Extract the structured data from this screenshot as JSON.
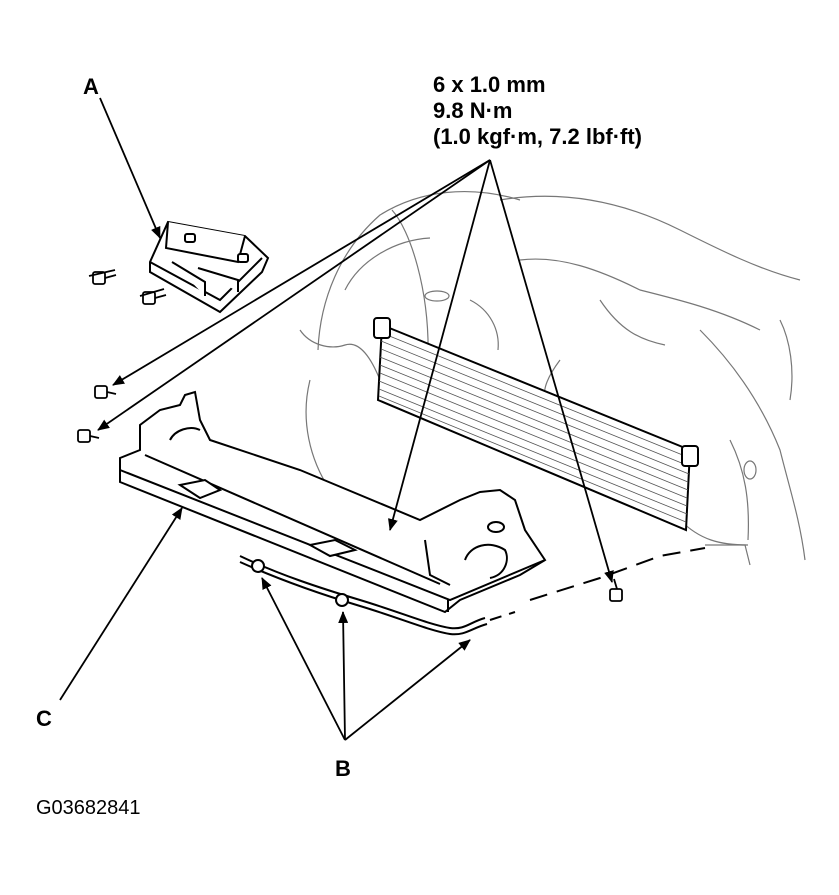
{
  "callouts": {
    "a": "A",
    "b": "B",
    "c": "C"
  },
  "torque_spec": {
    "size": "6 x 1.0 mm",
    "torque_nm": "9.8 N·m",
    "torque_alt": "(1.0 kgf·m, 7.2 lbf·ft)"
  },
  "figure_id": "G03682841"
}
